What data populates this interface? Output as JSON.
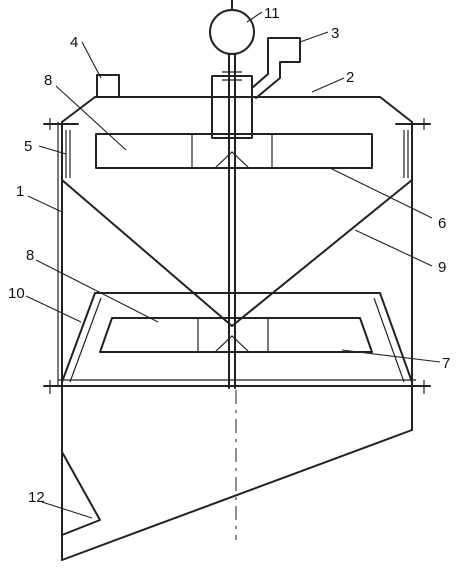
{
  "diagram": {
    "callouts": [
      {
        "id": "motor",
        "text": "11"
      },
      {
        "id": "feed-inlet",
        "text": "3"
      },
      {
        "id": "vent-pipe",
        "text": "4"
      },
      {
        "id": "upper-cover",
        "text": "2"
      },
      {
        "id": "upper-impeller",
        "text": "8"
      },
      {
        "id": "upper-liner",
        "text": "5"
      },
      {
        "id": "housing",
        "text": "1"
      },
      {
        "id": "upper-rotor-disk",
        "text": "6"
      },
      {
        "id": "upper-cone",
        "text": "9"
      },
      {
        "id": "lower-impeller",
        "text": "8"
      },
      {
        "id": "lower-liner",
        "text": "10"
      },
      {
        "id": "lower-rotor-disk",
        "text": "7"
      },
      {
        "id": "discharge-outlet",
        "text": "12"
      }
    ],
    "colors": {
      "line": "#222222",
      "background": "#ffffff"
    }
  }
}
